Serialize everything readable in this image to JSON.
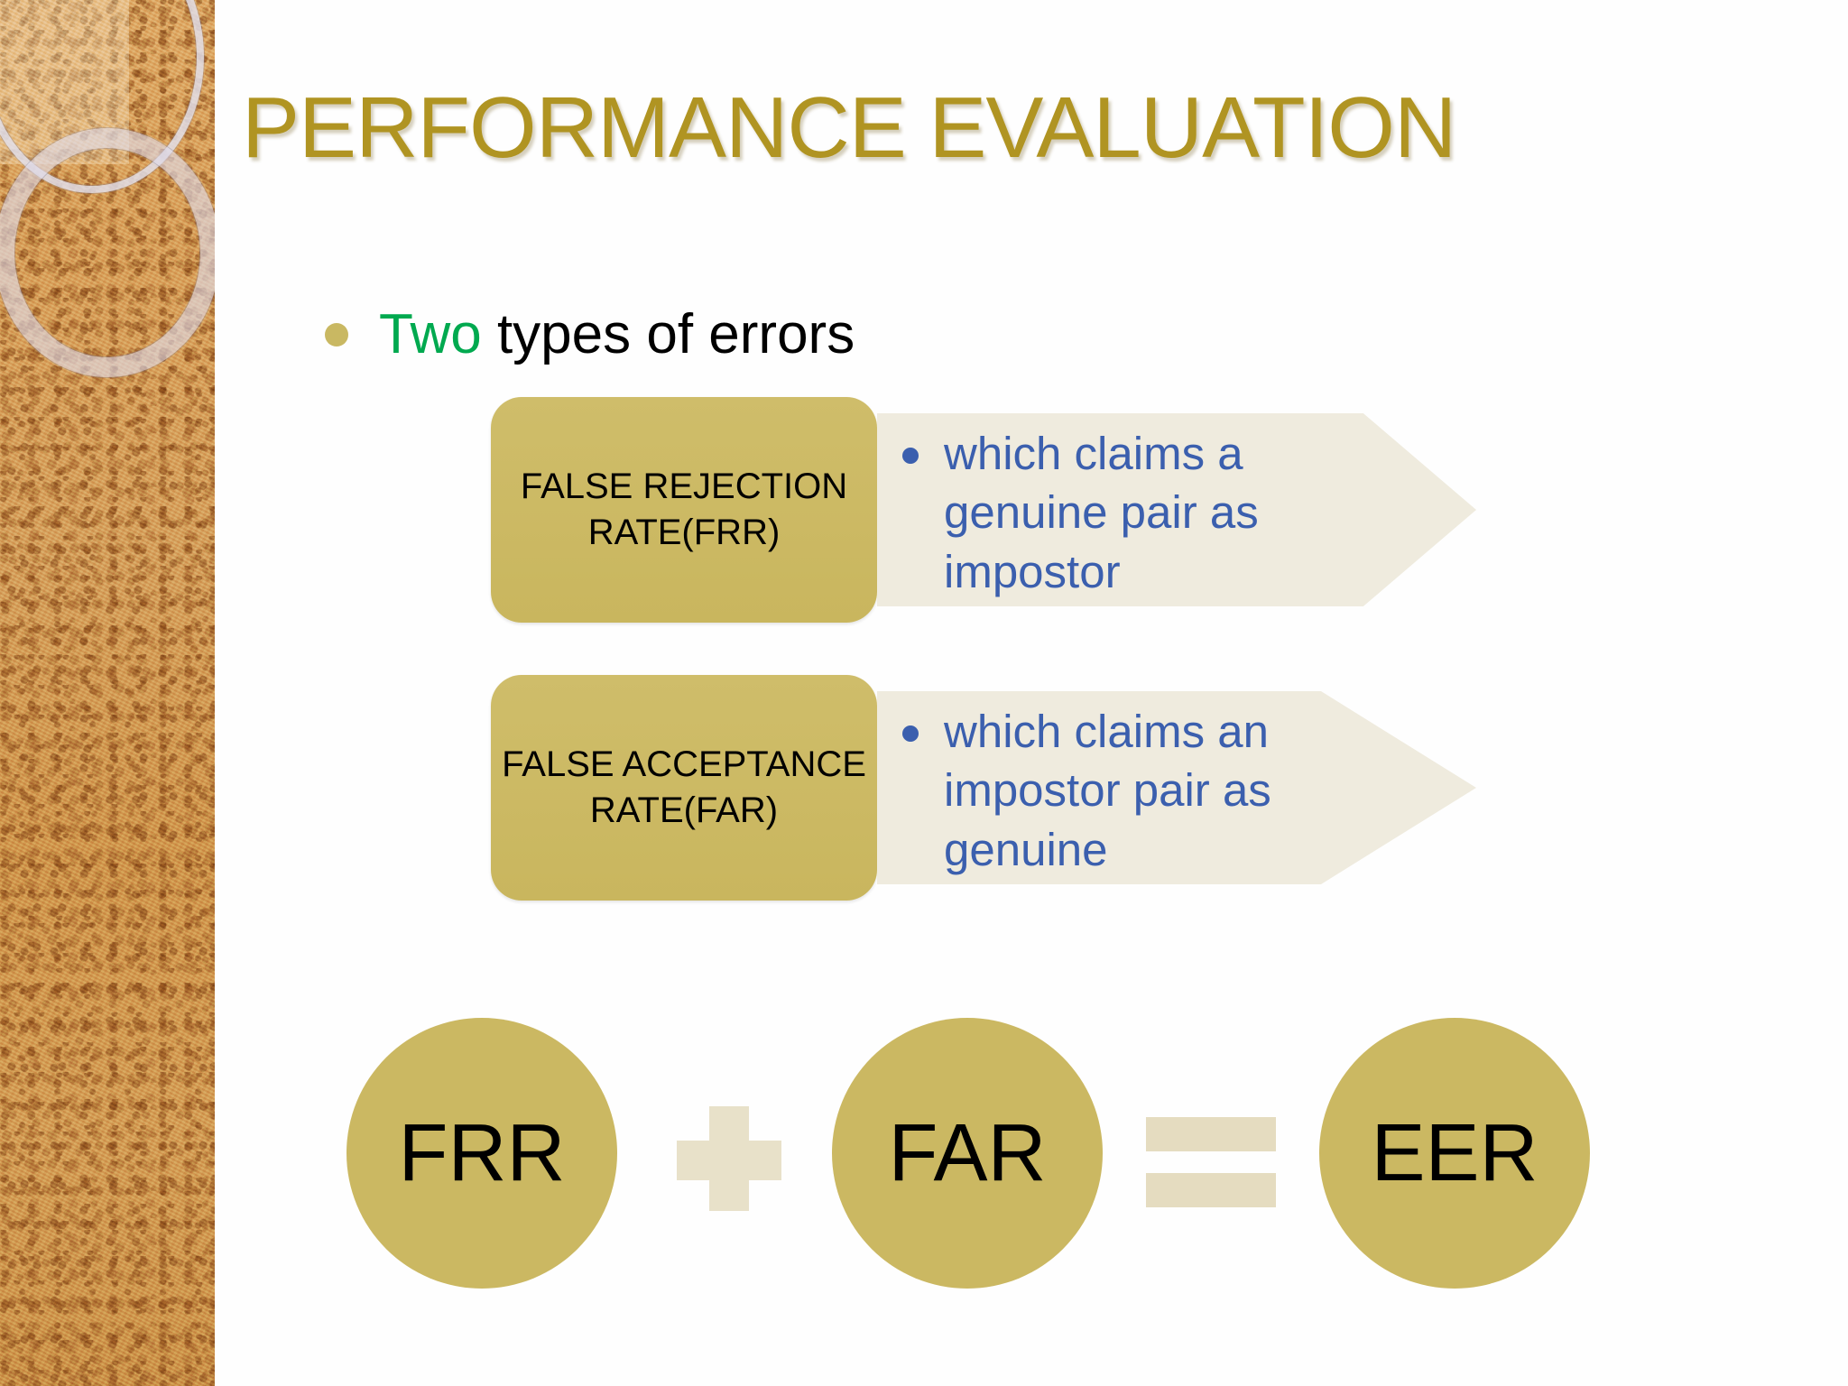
{
  "slide": {
    "title": "PERFORMANCE EVALUATION",
    "title_color": "#b09422",
    "background_color": "#ffffff"
  },
  "bullet": {
    "highlight": "Two",
    "rest": " types of errors",
    "highlight_color": "#00a94f",
    "text_color": "#000000",
    "dot_color": "#c9b862"
  },
  "rows": [
    {
      "box_label": "FALSE REJECTION RATE(FRR)",
      "box_color": "#cbb862",
      "arrow_fill": "#efebde",
      "bullet_text": "which claims a genuine pair as impostor",
      "bullet_color": "#3b5fae"
    },
    {
      "box_label": "FALSE ACCEPTANCE RATE(FAR)",
      "box_color": "#cbb862",
      "arrow_fill": "#efebde",
      "bullet_text": "which claims an impostor pair as genuine",
      "bullet_color": "#3b5fae"
    }
  ],
  "equation": {
    "terms": [
      "FRR",
      "FAR",
      "EER"
    ],
    "operators": [
      "plus-sign",
      "equals-sign"
    ],
    "circle_color": "#cbb862",
    "operator_color": "#e5dcc0",
    "text_color": "#000000"
  },
  "sidebar": {
    "kind": "cork-texture-decorative-panel",
    "rings": [
      "ring-large",
      "ring-small"
    ]
  }
}
